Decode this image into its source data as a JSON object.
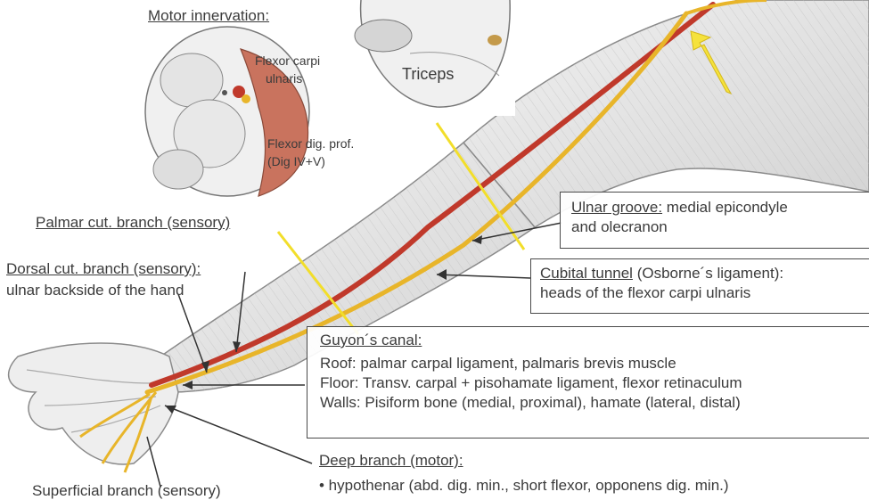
{
  "insets": {
    "motor_innervation": {
      "title": "Motor innervation:",
      "labels": {
        "flexor_carpi_ulnaris": [
          "Flexor carpi",
          "ulnaris"
        ],
        "flexor_dig_prof": [
          "Flexor dig. prof.",
          "(Dig IV+V)"
        ]
      }
    },
    "triceps": {
      "label": "Triceps"
    }
  },
  "labels": {
    "palmar_cut_branch": "Palmar cut. branch (sensory)",
    "dorsal_cut_branch": {
      "line1": "Dorsal cut. branch (sensory):",
      "line2": "ulnar backside of the hand"
    },
    "superficial_branch_partial": "Superficial branch (sensory)"
  },
  "boxes": {
    "ulnar_groove": {
      "title": "Ulnar groove:",
      "title_rest": " medial epicondyle",
      "line2": "and olecranon"
    },
    "cubital_tunnel": {
      "title": "Cubital tunnel",
      "title_rest": " (Osborne´s ligament):",
      "line2": "heads of the flexor carpi ulnaris"
    },
    "guyon_canal": {
      "title": "Guyon´s canal:",
      "lines": [
        "Roof: palmar carpal ligament, palmaris brevis muscle",
        "Floor: Transv. carpal + pisohamate ligament, flexor retinaculum",
        "Walls: Pisiform bone (medial, proximal), hamate (lateral, distal)"
      ]
    },
    "deep_branch": {
      "title": "Deep branch (motor):",
      "bullet": "• hypothenar (abd. dig. min., short flexor, opponens dig. min.)"
    }
  },
  "colors": {
    "nerve": "#e8b52a",
    "artery": "#c0392b",
    "muscle_red": "#c9735e",
    "pointer_line": "#f2de2a",
    "arrow_yellow": "#f5e23c",
    "text": "#3b3b3b"
  }
}
